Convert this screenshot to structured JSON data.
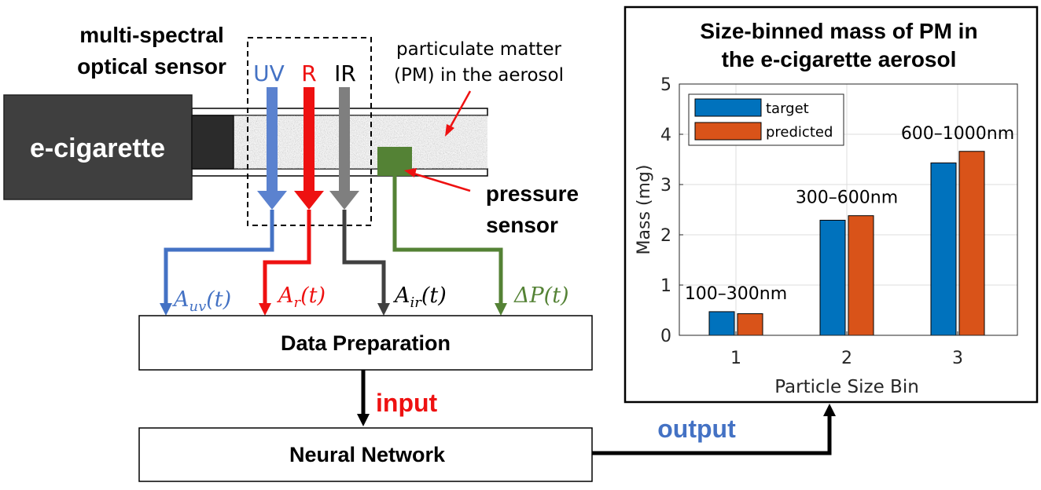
{
  "diagram": {
    "sensor_title_line1": "multi-spectral",
    "sensor_title_line2": "optical sensor",
    "channel_uv": "UV",
    "channel_r": "R",
    "channel_ir": "IR",
    "pm_label_line1": "particulate matter",
    "pm_label_line2": "(PM) in the aerosol",
    "ecig_label": "e-cigarette",
    "pressure_label_line1": "pressure",
    "pressure_label_line2": "sensor",
    "signal_uv_main": "A",
    "signal_uv_sub": "uv",
    "signal_uv_arg": "(t)",
    "signal_r_main": "A",
    "signal_r_sub": "r",
    "signal_r_arg": "(t)",
    "signal_ir_main": "A",
    "signal_ir_sub": "ir",
    "signal_ir_arg": "(t)",
    "signal_p_main": "ΔP",
    "signal_p_arg": "(t)",
    "data_prep_label": "Data Preparation",
    "input_label": "input",
    "neural_net_label": "Neural Network",
    "output_label": "output",
    "colors": {
      "uv": "#4472c4",
      "r": "#ee1111",
      "ir": "#7f7f7f",
      "ir_wire": "#404040",
      "pressure": "#548235",
      "ecig_body": "#3f3f3f",
      "output_text": "#4472c4",
      "input_text": "#ee1111"
    }
  },
  "chart_data": {
    "type": "bar",
    "title": "Size-binned mass of PM in the e-cigarette aerosol",
    "title_line1": "Size-binned mass of PM in",
    "title_line2": "the e-cigarette aerosol",
    "xlabel": "Particle Size Bin",
    "ylabel": "Mass (mg)",
    "categories": [
      "1",
      "2",
      "3"
    ],
    "category_annotations": [
      "100–300nm",
      "300–600nm",
      "600–1000nm"
    ],
    "series": [
      {
        "name": "target",
        "color": "#0072bd",
        "values": [
          0.47,
          2.29,
          3.43
        ]
      },
      {
        "name": "predicted",
        "color": "#d95319",
        "values": [
          0.43,
          2.38,
          3.66
        ]
      }
    ],
    "ylim": [
      0,
      5
    ],
    "yticks": [
      "0",
      "1",
      "2",
      "3",
      "4",
      "5"
    ],
    "grid": true,
    "legend_position": "top-left"
  }
}
